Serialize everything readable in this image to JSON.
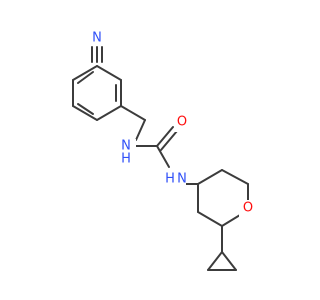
{
  "molecule": {
    "atoms": {
      "nitrile_n": "N",
      "amine_nh_left": "N",
      "amine_h_left": "H",
      "carbonyl_o": "O",
      "amine_nh_right": "N",
      "amine_h_right": "H",
      "ring_o": "O"
    }
  },
  "colors": {
    "bond": "#3c3c3c",
    "nitrogen": "#3050f8",
    "oxygen": "#ff0d0d"
  }
}
